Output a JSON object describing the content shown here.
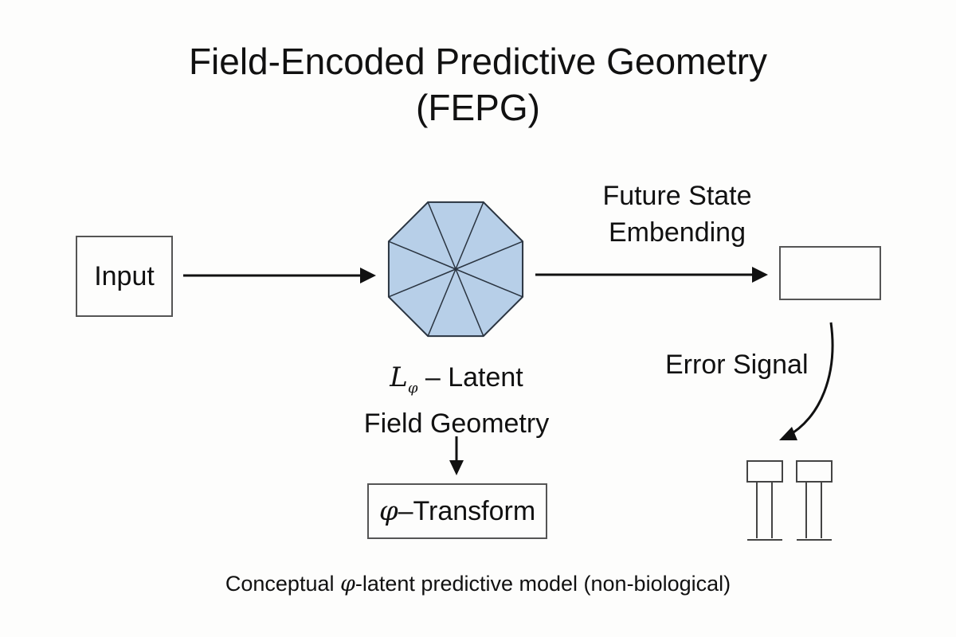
{
  "title": {
    "line1": "Field-Encoded Predictive Geometry",
    "line2": "(FEPG)"
  },
  "nodes": {
    "input": {
      "label": "Input"
    },
    "latent": {
      "symbol": "L",
      "subscript": "φ",
      "line1_rest": " – Latent",
      "line2": "Field Geometry"
    },
    "future": {
      "line1": "Future State",
      "line2": "Embending"
    },
    "transform": {
      "symbol": "φ",
      "rest": "–Transform"
    },
    "error": {
      "label": "Error Signal"
    }
  },
  "caption": {
    "before": "Conceptual ",
    "symbol": "φ",
    "after": "-latent predictive model (non-biological)"
  },
  "colors": {
    "octagon_fill": "#b7cfe8",
    "octagon_stroke": "#2a3440",
    "line": "#111111",
    "box_border": "#555555"
  }
}
